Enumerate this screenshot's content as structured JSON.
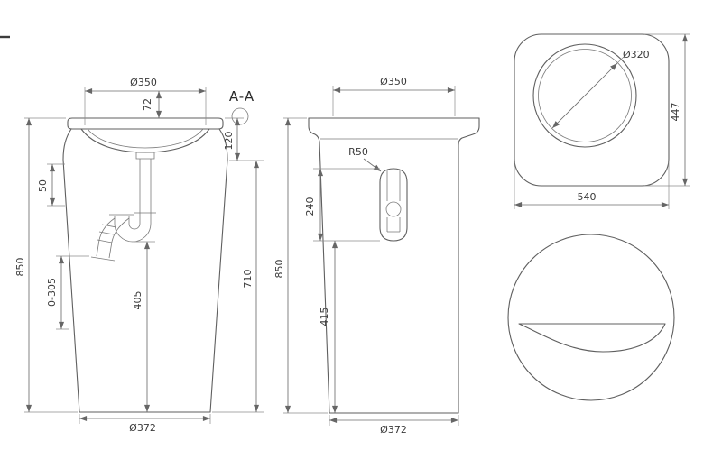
{
  "colors": {
    "background": "#ffffff",
    "line": "#5f5f5f",
    "text": "#3a3a3a"
  },
  "views": {
    "front": {
      "dims": {
        "dia_top": "Ø350",
        "bowl_depth": "72",
        "section_label": "A-A",
        "overall_height": "850",
        "trap_gap": "50",
        "drain_range": "0-305",
        "trap_height": "405",
        "rim_height": "120",
        "body_height": "710",
        "dia_bottom": "Ø372"
      }
    },
    "side": {
      "dims": {
        "dia_top": "Ø350",
        "slot_radius": "R50",
        "slot_height": "240",
        "overall_height": "850",
        "lower_height": "415",
        "dia_bottom": "Ø372"
      }
    },
    "top": {
      "dims": {
        "dia_bowl": "Ø320",
        "depth": "447",
        "width": "540"
      }
    }
  }
}
